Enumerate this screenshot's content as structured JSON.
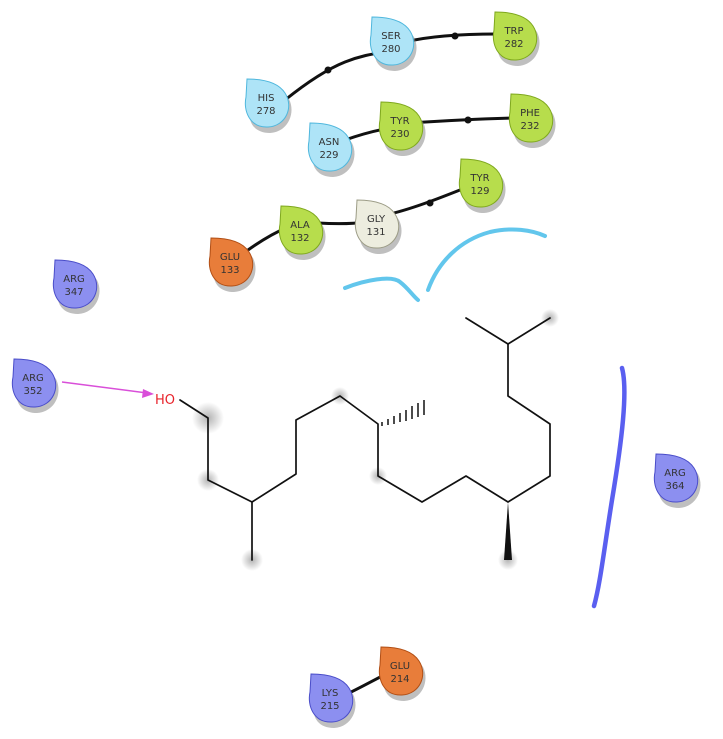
{
  "colors": {
    "polar": "#aee4f7",
    "polar_edge": "#4fb7dd",
    "hydrophobic": "#b7dd4c",
    "hydrophobic_edge": "#7fa81e",
    "positive": "#8c8ff0",
    "positive_edge": "#4a4dc9",
    "negative": "#e87d3a",
    "negative_edge": "#b24f15",
    "glycine": "#ededdf",
    "glycine_edge": "#9c9c86",
    "hbond_arrow": "#d94fd9",
    "pocket_blue": "#5a5ff0",
    "pocket_cyan": "#62c6ec",
    "hetero_atom": "#e8232b"
  },
  "residues": [
    {
      "id": "his278",
      "name": "HIS",
      "number": "278",
      "kind": "polar"
    },
    {
      "id": "ser280",
      "name": "SER",
      "number": "280",
      "kind": "polar"
    },
    {
      "id": "trp282",
      "name": "TRP",
      "number": "282",
      "kind": "hydrophobic"
    },
    {
      "id": "asn229",
      "name": "ASN",
      "number": "229",
      "kind": "polar"
    },
    {
      "id": "tyr230",
      "name": "TYR",
      "number": "230",
      "kind": "hydrophobic"
    },
    {
      "id": "phe232",
      "name": "PHE",
      "number": "232",
      "kind": "hydrophobic"
    },
    {
      "id": "tyr129",
      "name": "TYR",
      "number": "129",
      "kind": "hydrophobic"
    },
    {
      "id": "gly131",
      "name": "GLY",
      "number": "131",
      "kind": "glycine"
    },
    {
      "id": "ala132",
      "name": "ALA",
      "number": "132",
      "kind": "hydrophobic"
    },
    {
      "id": "glu133",
      "name": "GLU",
      "number": "133",
      "kind": "negative"
    },
    {
      "id": "arg347",
      "name": "ARG",
      "number": "347",
      "kind": "positive"
    },
    {
      "id": "arg352",
      "name": "ARG",
      "number": "352",
      "kind": "positive"
    },
    {
      "id": "arg364",
      "name": "ARG",
      "number": "364",
      "kind": "positive"
    },
    {
      "id": "glu214",
      "name": "GLU",
      "number": "214",
      "kind": "negative"
    },
    {
      "id": "lys215",
      "name": "LYS",
      "number": "215",
      "kind": "positive"
    }
  ],
  "ligand": {
    "hydroxyl_label": "HO"
  }
}
